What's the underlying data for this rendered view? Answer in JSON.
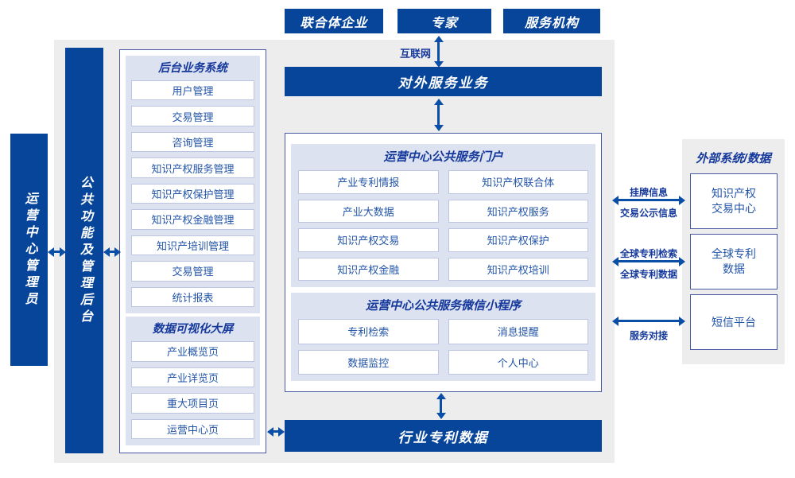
{
  "colors": {
    "primary-blue": "#07459b",
    "arrow-blue": "#0a4fa5",
    "panel-lavender": "#dde2f1",
    "bg-gray": "#ededed",
    "text-blue": "#2355a8",
    "title-blue": "#14389b",
    "border-indigo": "#4b59a4",
    "item-border": "#bcc5e2"
  },
  "top": {
    "boxes": [
      "联合体企业",
      "专家",
      "服务机构"
    ],
    "internet_label": "互联网",
    "service_bar": "对外服务业务"
  },
  "left": {
    "admin_bar": "运营中心管理员",
    "mgmt_bar": "公共功能及管理后台",
    "backend": {
      "title": "后台业务系统",
      "items": [
        "用户管理",
        "交易管理",
        "咨询管理",
        "知识产权服务管理",
        "知识产权保护管理",
        "知识产权金融管理",
        "知识产培训管理",
        "交易管理",
        "统计报表"
      ]
    },
    "screen": {
      "title": "数据可视化大屏",
      "items": [
        "产业概览页",
        "产业详览页",
        "重大项目页",
        "运营中心页"
      ]
    }
  },
  "center": {
    "portal": {
      "title": "运营中心公共服务门户",
      "items": [
        "产业专利情报",
        "知识产权联合体",
        "产业大数据",
        "知识产权服务",
        "知识产权交易",
        "知识产权保护",
        "知识产权金融",
        "知识产权培训"
      ]
    },
    "miniapp": {
      "title": "运营中心公共服务微信小程序",
      "items": [
        "专利检索",
        "消息提醒",
        "数据监控",
        "个人中心"
      ]
    },
    "patent_bar": "行业专利数据"
  },
  "right": {
    "title": "外部系统/数据",
    "boxes": [
      "知识产权\n交易中心",
      "全球专利\n数据",
      "短信平台"
    ],
    "labels": {
      "listing_info": "挂牌信息",
      "trade_publicity": "交易公示信息",
      "global_search": "全球专利检索",
      "global_data": "全球专利数据",
      "service_connect": "服务对接"
    }
  }
}
